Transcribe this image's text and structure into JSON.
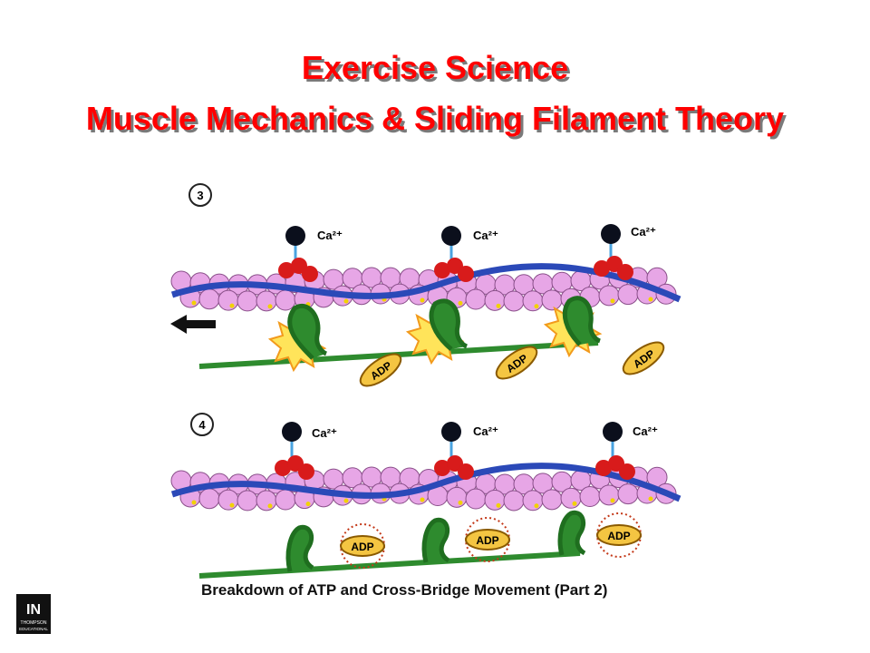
{
  "slide": {
    "title_line1": "Exercise Science",
    "title_line2": "Muscle Mechanics & Sliding Filament Theory"
  },
  "diagram": {
    "panel_top_step": "3",
    "panel_bottom_step": "4",
    "calcium_label": "Ca²⁺",
    "adp_label": "ADP",
    "caption": "Breakdown of ATP and Cross-Bridge Movement (Part 2)",
    "direction_arrow": "left-arrow-icon"
  },
  "logo": {
    "mark": "IN",
    "line1": "THOMPSON",
    "line2": "EDUCATIONAL"
  },
  "colors": {
    "title": "#ff0000",
    "title_shadow": "#7a7a7a",
    "actin_bead": "#e7a6e6",
    "tropomyosin": "#2b49b8",
    "troponin": "#d81b1b",
    "calcium": "#0b0f1c",
    "myosin": "#2e8b2e",
    "burst": "#ffe45a",
    "adp": "#f4c542"
  }
}
